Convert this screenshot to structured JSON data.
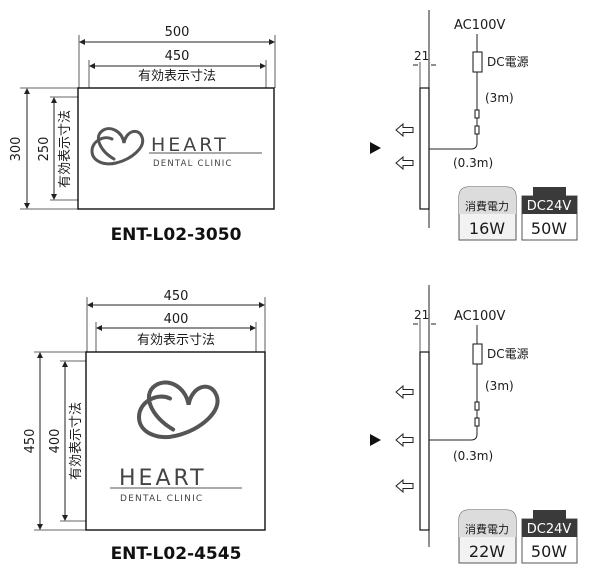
{
  "units": {
    "top": {
      "model": "ENT-L02-3050",
      "width_outer": "500",
      "width_display": "450",
      "height_outer": "300",
      "height_display": "250",
      "display_label": "有効表示寸法",
      "brand": "HEART",
      "subbrand": "DENTAL CLINIC",
      "thickness": "21",
      "power_source": "AC100V",
      "psu_label": "DC電源",
      "cable_long": "(3m)",
      "cable_short": "(0.3m)",
      "consumption_label": "消費電力",
      "consumption_value": "16W",
      "dc_label": "DC24V",
      "dc_value": "50W"
    },
    "bottom": {
      "model": "ENT-L02-4545",
      "width_outer": "450",
      "width_display": "400",
      "height_outer": "450",
      "height_display": "400",
      "display_label": "有効表示寸法",
      "brand": "HEART",
      "subbrand": "DENTAL CLINIC",
      "thickness": "21",
      "power_source": "AC100V",
      "psu_label": "DC電源",
      "cable_long": "(3m)",
      "cable_short": "(0.3m)",
      "consumption_label": "消費電力",
      "consumption_value": "22W",
      "dc_label": "DC24V",
      "dc_value": "50W"
    }
  },
  "icons": {
    "logo": "heart-loop-logo",
    "light_arrow": "outline-arrow-left-icon",
    "view_marker": "filled-triangle-right-icon"
  }
}
